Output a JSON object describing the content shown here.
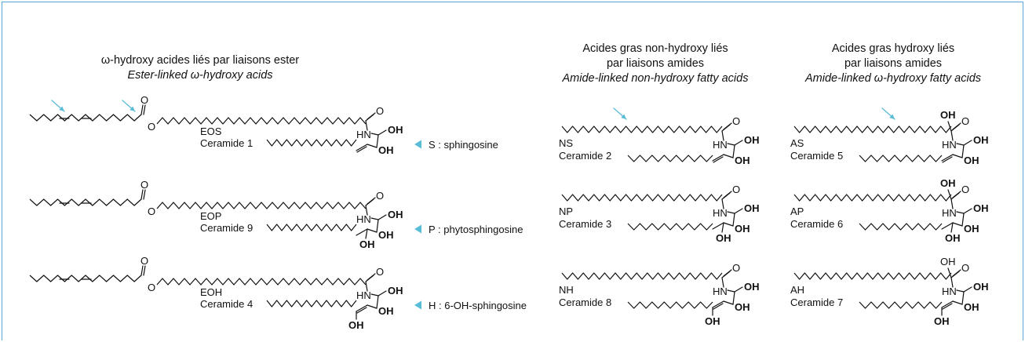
{
  "columns": [
    {
      "title_fr": "ω-hydroxy acides liés par liaisons ester",
      "title_en": "Ester-linked ω-hydroxy acids"
    },
    {
      "title_fr_1": "Acides gras non-hydroxy liés",
      "title_fr_2": "par liaisons amides",
      "title_en": "Amide-linked non-hydroxy fatty acids"
    },
    {
      "title_fr_1": "Acides gras hydroxy liés",
      "title_fr_2": "par liaisons amides",
      "title_en": "Amide-linked ω-hydroxy fatty acids"
    }
  ],
  "ceramides": [
    {
      "code": "EOS",
      "name": "Ceramide 1"
    },
    {
      "code": "EOP",
      "name": "Ceramide 9"
    },
    {
      "code": "EOH",
      "name": "Ceramide 4"
    },
    {
      "code": "NS",
      "name": "Ceramide 2"
    },
    {
      "code": "NP",
      "name": "Ceramide 3"
    },
    {
      "code": "NH",
      "name": "Ceramide 8"
    },
    {
      "code": "AS",
      "name": "Ceramide 5"
    },
    {
      "code": "AP",
      "name": "Ceramide 6"
    },
    {
      "code": "AH",
      "name": "Ceramide 7"
    }
  ],
  "bases": [
    {
      "label": "S : sphingosine"
    },
    {
      "label": "P : phytosphingosine"
    },
    {
      "label": "H : 6-OH-sphingosine"
    }
  ],
  "atoms": {
    "oxygen": "O",
    "hydroxyl": "OH",
    "amide": "HN"
  },
  "colors": {
    "frame": "#5aa5d6",
    "arrow": "#5bbcd8",
    "bond": "#111111"
  }
}
